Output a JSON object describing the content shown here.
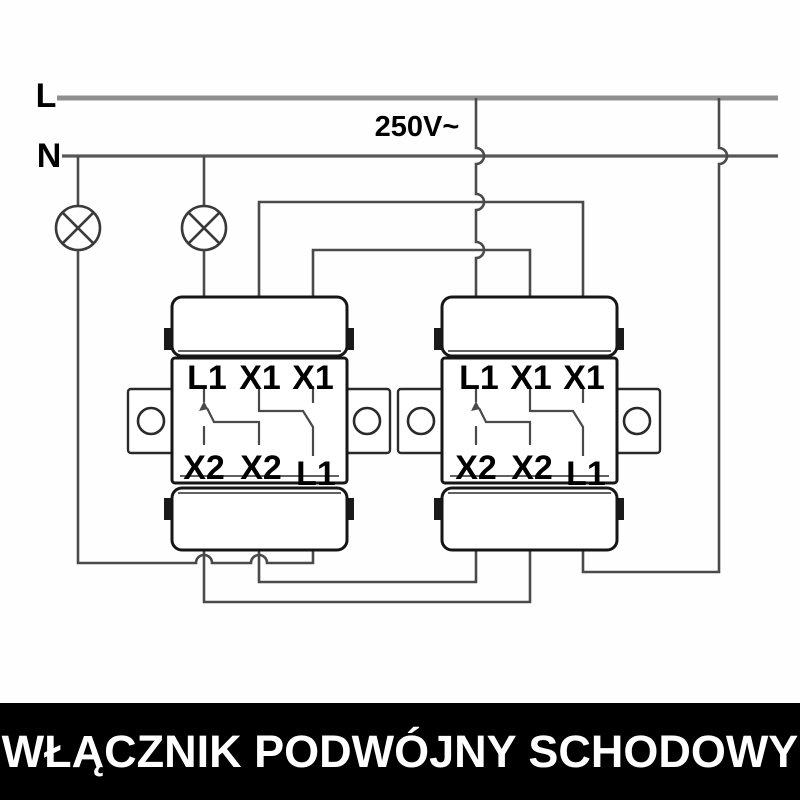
{
  "power": {
    "l_label": "L",
    "n_label": "N",
    "voltage": "250V~"
  },
  "icons": {
    "lamp": "circle-with-cross"
  },
  "units": [
    {
      "name": "switch-unit-left",
      "terminals_top": [
        "L1",
        "X1",
        "X1"
      ],
      "terminals_bottom": [
        "X2",
        "X2",
        "L1"
      ]
    },
    {
      "name": "switch-unit-right",
      "terminals_top": [
        "L1",
        "X1",
        "X1"
      ],
      "terminals_bottom": [
        "X2",
        "X2",
        "L1"
      ]
    }
  ],
  "footer": {
    "title": "WŁĄCZNIK PODWÓJNY SCHODOWY"
  },
  "colors": {
    "background": "#fefefe",
    "l_line": "#8f8f8f",
    "n_line": "#575757",
    "wire": "#4a4a4a",
    "outline": "#161616",
    "label": "#000000",
    "title_bg": "#000000",
    "title_text": "#ffffff"
  }
}
